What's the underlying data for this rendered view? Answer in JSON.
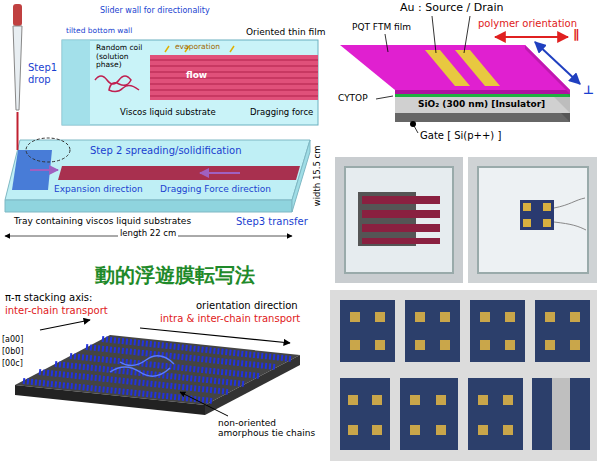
{
  "diagram": {
    "title": "動的浮遊膜転写法",
    "labels": [
      "Slider wall for directionality",
      "tilted bottom wall",
      "Random coil (solution phase)",
      "evaporation",
      "Oriented thin film",
      "flow",
      "Viscos liquid substrate",
      "Dragging force",
      "Step1 drop",
      "Step 2 spreading/solidification",
      "Expansion direction",
      "Dragging Force direction",
      "Step3 transfer",
      "Tray containing viscos liquid substrates",
      "length 22 cm",
      "width 15.5 cm",
      "π-π stacking axis:",
      "inter-chain transport",
      "[a00]",
      "[0b0]",
      "[00c]",
      "orientation direction",
      "intra & inter-chain transport",
      "non-oriented amorphous tie chains",
      "Au : Source / Drain",
      "polymer orientation",
      "PQT FTM film",
      "∥",
      "⊥",
      "CYTOP",
      "SiO₂ (300 nm) [Insulator]",
      "Gate [ Si(p++) ]"
    ]
  }
}
